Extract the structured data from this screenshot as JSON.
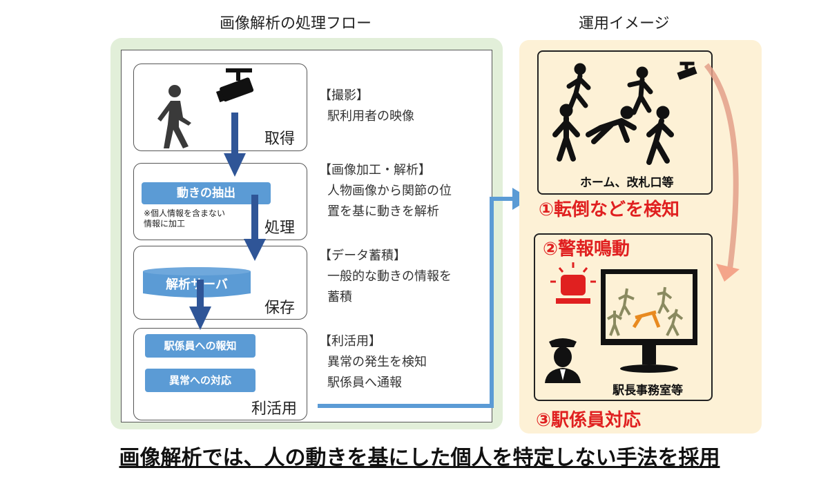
{
  "left_title": "画像解析の処理フロー",
  "right_title": "運用イメージ",
  "steps": [
    {
      "label": "取得",
      "heading": "【撮影】",
      "lines": [
        "駅利用者の映像"
      ]
    },
    {
      "label": "処理",
      "heading": "【画像加工・解析】",
      "lines": [
        "人物画像から関節の位",
        "置を基に動きを解析"
      ],
      "pill": "動きの抽出",
      "note": [
        "※個人情報を含まない",
        "情報に加工"
      ]
    },
    {
      "label": "保存",
      "heading": "【データ蓄積】",
      "lines": [
        "一般的な動きの情報を",
        "蓄積"
      ],
      "server": "解析サーバ"
    },
    {
      "label": "利活用",
      "heading": "【利活用】",
      "lines": [
        "異常の発生を検知",
        "駅係員へ通報"
      ],
      "pills": [
        "駅係員への報知",
        "異常への対応"
      ]
    }
  ],
  "operation": {
    "scene_label": "ホーム、改札口等",
    "step1": "①転倒などを検知",
    "step2": "②警報鳴動",
    "office_label": "駅長事務室等",
    "step3": "③駅係員対応"
  },
  "footer": "画像解析では、人の動きを基にした個人を特定しない手法を採用",
  "colors": {
    "arrow_dark": "#2f5597",
    "arrow_light": "#5b9bd5",
    "alert_red": "#e02020",
    "green_panel": "#e2efd9",
    "orange_panel": "#fdf1d6"
  }
}
